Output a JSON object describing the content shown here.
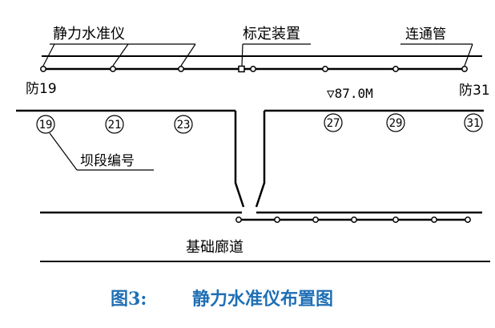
{
  "labels": {
    "leveling_instrument": "静力水准仪",
    "calibration_device": "标定装置",
    "connecting_pipe": "连通管",
    "station_left": "防19",
    "station_right": "防31",
    "elevation": "▽87.0M",
    "section_number": "坝段编号",
    "gallery": "基础廊道"
  },
  "sections": [
    "19",
    "21",
    "23",
    "27",
    "29",
    "31"
  ],
  "caption": {
    "figure": "图3:",
    "title": "静力水准仪布置图"
  }
}
